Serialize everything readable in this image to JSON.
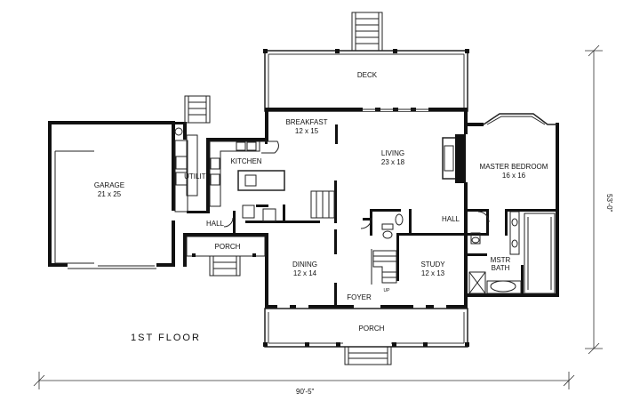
{
  "title": "1ST FLOOR",
  "dimensions": {
    "width": "90'-5\"",
    "depth": "53'-0\""
  },
  "rooms": {
    "deck": {
      "name": "DECK"
    },
    "breakfast": {
      "name": "BREAKFAST",
      "size": "12 x 15"
    },
    "living": {
      "name": "LIVING",
      "size": "23 x 18"
    },
    "master_bedroom": {
      "name": "MASTER BEDROOM",
      "size": "16 x 16"
    },
    "kitchen": {
      "name": "KITCHEN"
    },
    "garage": {
      "name": "GARAGE",
      "size": "21 x 25"
    },
    "utility": {
      "name": "UTILITY"
    },
    "hall_left": {
      "name": "HALL"
    },
    "hall_right": {
      "name": "HALL"
    },
    "porch_side": {
      "name": "PORCH"
    },
    "dining": {
      "name": "DINING",
      "size": "12 x 14"
    },
    "study": {
      "name": "STUDY",
      "size": "12 x 13"
    },
    "mstr_bath": {
      "name": "MSTR",
      "name2": "BATH"
    },
    "foyer": {
      "name": "FOYER"
    },
    "porch_front": {
      "name": "PORCH"
    },
    "stair": {
      "up": "UP"
    }
  }
}
